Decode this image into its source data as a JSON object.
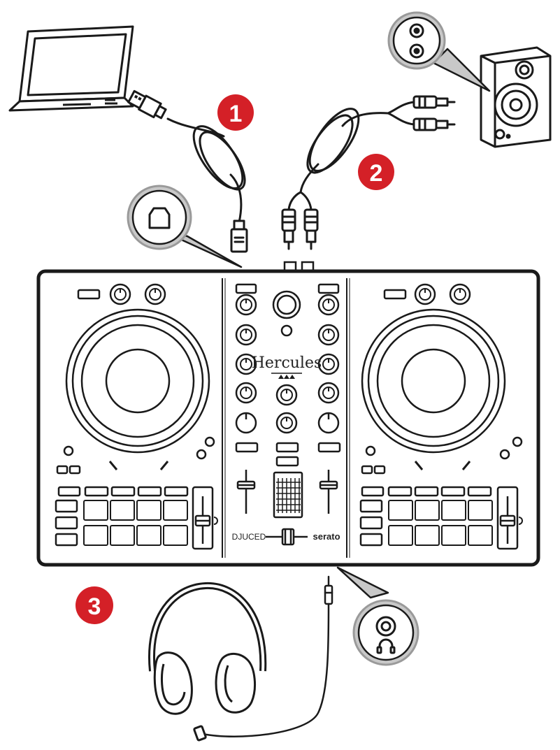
{
  "steps": [
    {
      "number": "1",
      "item": "usb-cable"
    },
    {
      "number": "2",
      "item": "rca-audio-cable"
    },
    {
      "number": "3",
      "item": "headphones"
    }
  ],
  "controller": {
    "brand": "Hercules",
    "left_logo": "DJUCED",
    "right_logo": "serato"
  },
  "colors": {
    "badge": "#d42027",
    "line": "#1a1a1a",
    "callout": "#c8c8c8"
  }
}
